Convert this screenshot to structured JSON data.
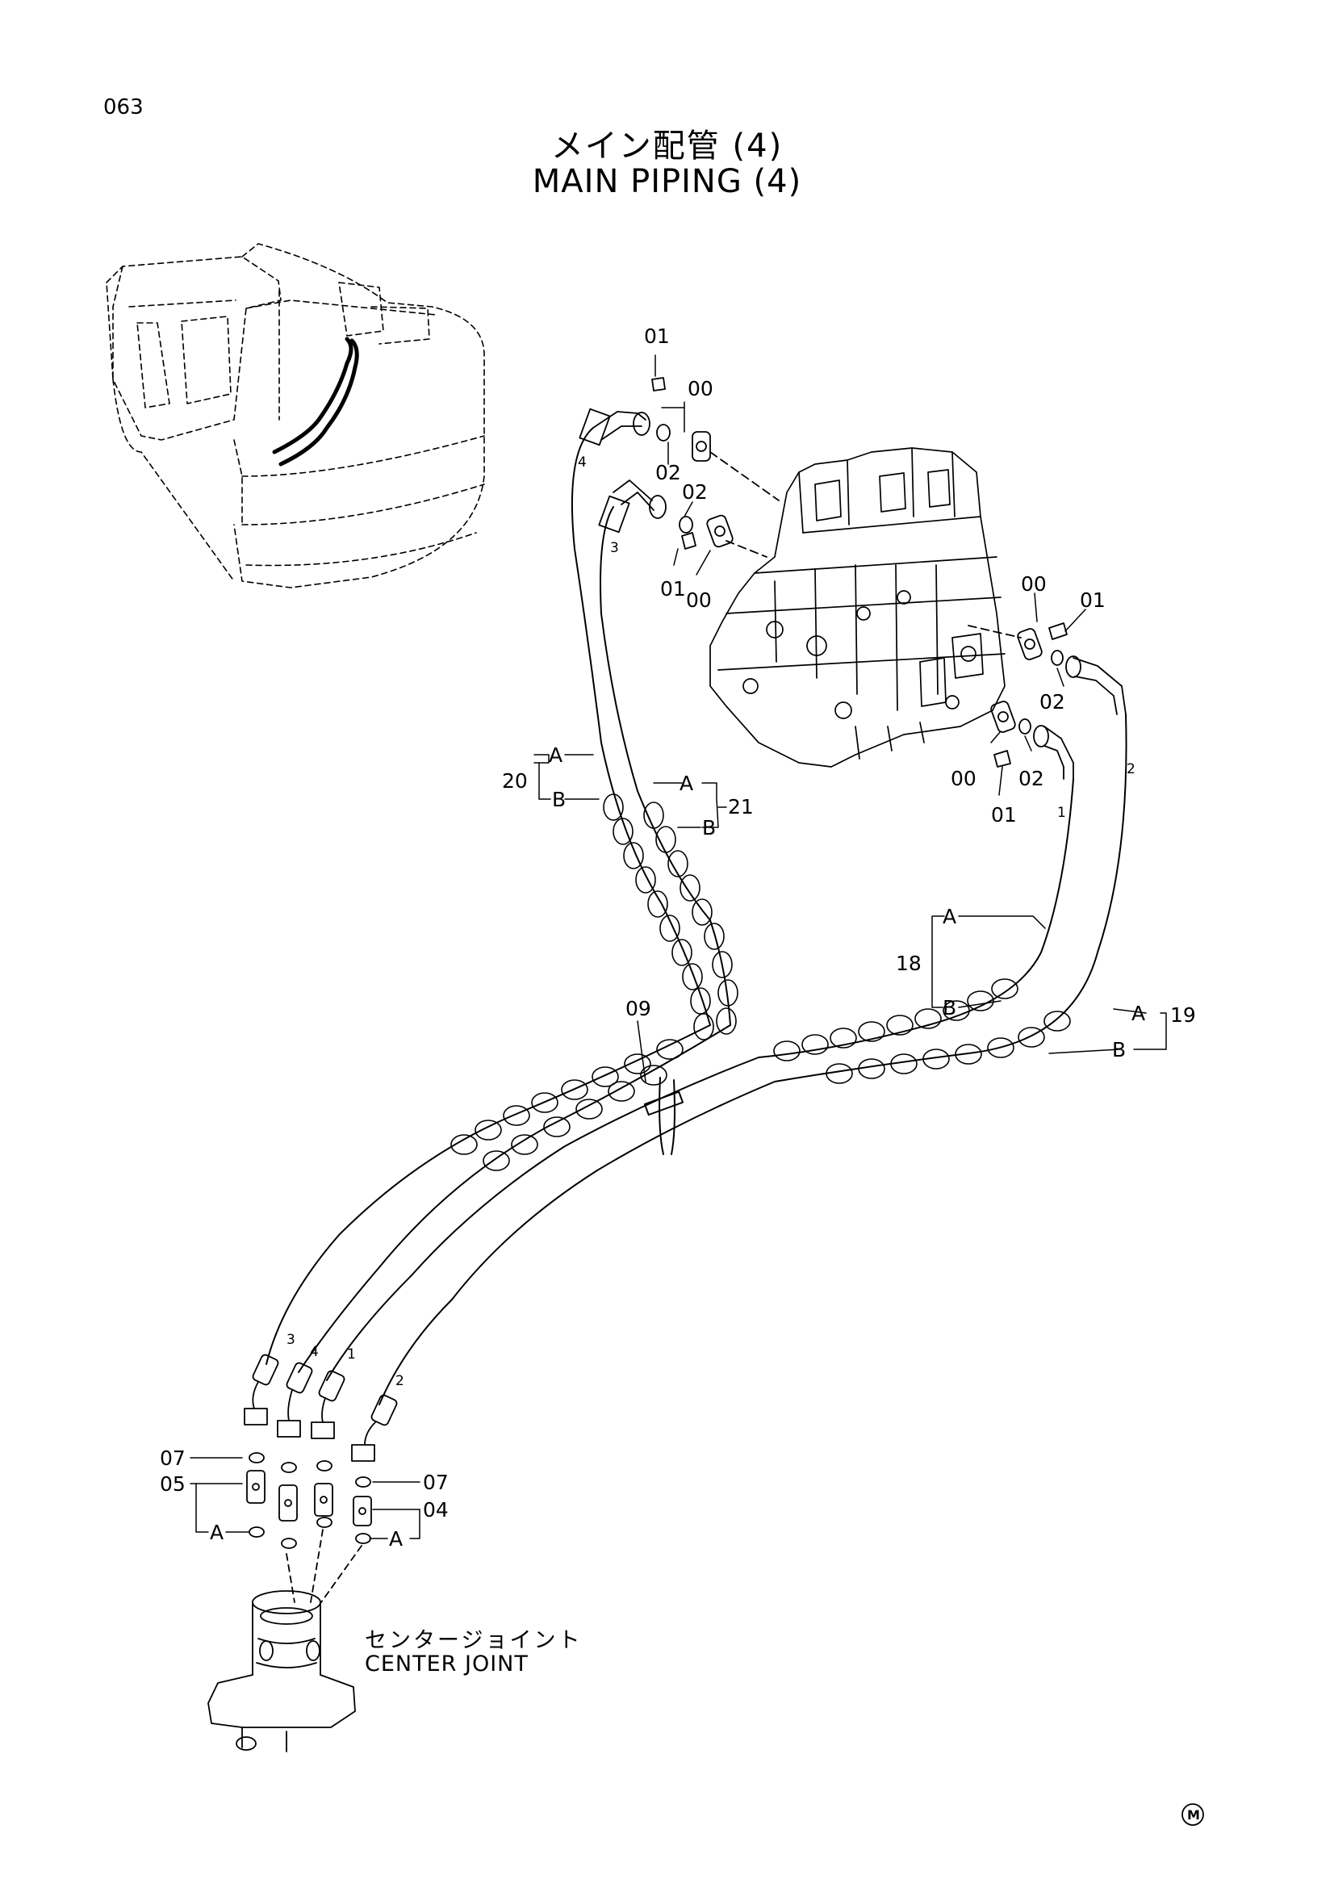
{
  "page_number": "063",
  "title_jp": "メイン配管 (4)",
  "title_en": "MAIN PIPING (4)",
  "center_joint": {
    "label_jp": "センタージョイント",
    "label_en": "CENTER JOINT"
  },
  "callouts": {
    "c00a": "00",
    "c01a": "01",
    "c02a": "02",
    "c02b": "02",
    "c01b": "01",
    "c00b": "00",
    "c00c": "00",
    "c01c": "01",
    "c02c": "02",
    "c00d": "00",
    "c02d": "02",
    "c01d": "01",
    "c20": "20",
    "c20A": "A",
    "c20B": "B",
    "c21": "21",
    "c21A": "A",
    "c21B": "B",
    "c18": "18",
    "c18A": "A",
    "c18B": "B",
    "c19": "19",
    "c19A": "A",
    "c19B": "B",
    "c09": "09",
    "c07a": "07",
    "c05": "05",
    "c05A": "A",
    "c07b": "07",
    "c04": "04",
    "c04A": "A"
  },
  "hose_numbers": {
    "top_4": "4",
    "top_3": "3",
    "top_2": "2",
    "top_1": "1",
    "bottom_3": "3",
    "bottom_4": "4",
    "bottom_1": "1",
    "bottom_2": "2"
  },
  "corner_mark": "M"
}
